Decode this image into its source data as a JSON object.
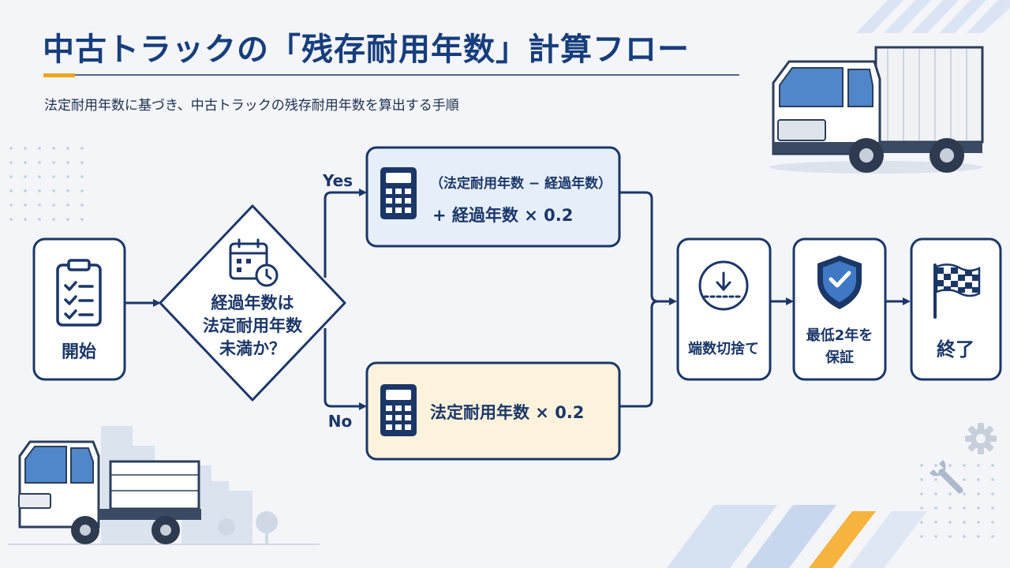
{
  "header": {
    "title": "中古トラックの「残存耐用年数」計算フロー",
    "subtitle": "法定耐用年数に基づき、中古トラックの残存耐用年数を算出する手順"
  },
  "flow": {
    "start": "開始",
    "decision": {
      "line1": "経過年数は",
      "line2": "法定耐用年数",
      "line3": "未満か？"
    },
    "yes_label": "Yes",
    "no_label": "No",
    "yes_formula": {
      "line1": "（法定耐用年数 − 経過年数）",
      "line2": "+ 経過年数 × 0.2"
    },
    "no_formula": "法定耐用年数 × 0.2",
    "round_down": "端数切捨て",
    "minimum": {
      "line1": "最低2年を",
      "line2": "保証"
    },
    "end": "終了"
  },
  "colors": {
    "primary": "#1b3768",
    "accent": "#f5a21b",
    "yes_box_fill": "#e6eefa",
    "no_box_fill": "#fdf3dd",
    "background": "#f3f5f9"
  },
  "icons": {
    "start": "clipboard-checklist-icon",
    "decision": "calendar-clock-icon",
    "yes": "calculator-icon",
    "no": "calculator-icon",
    "round_down": "arrow-down-line-icon",
    "minimum": "shield-check-icon",
    "end": "checkered-flag-icon"
  }
}
